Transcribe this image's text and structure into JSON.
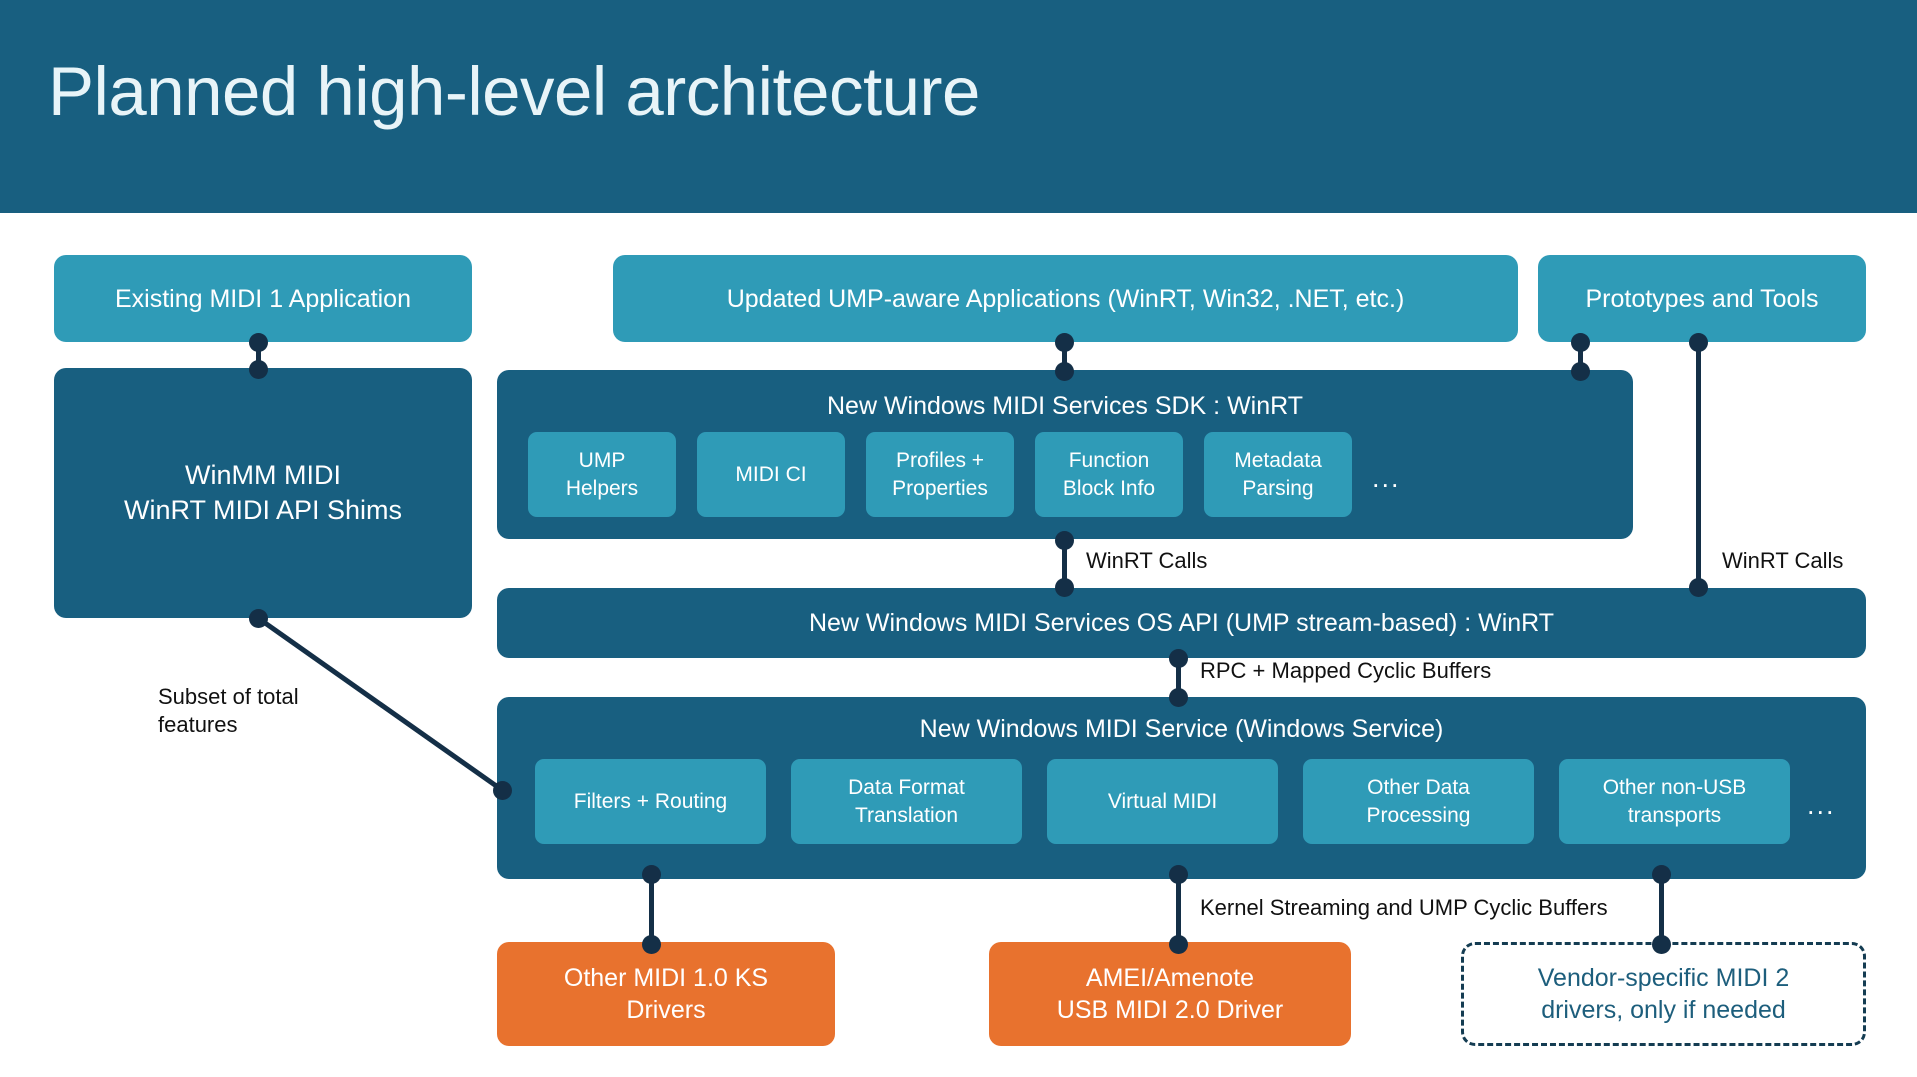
{
  "header": {
    "title": "Planned high-level architecture",
    "background": "#185f80",
    "title_color": "#e8f4f8"
  },
  "colors": {
    "dark_teal": "#185f80",
    "light_teal": "#2f9bb7",
    "orange": "#e8722e",
    "connector_navy": "#142f47",
    "dashed_text": "#1d5e7c",
    "white": "#ffffff"
  },
  "nodes": {
    "existing_midi1_app": "Existing MIDI 1 Application",
    "updated_ump_apps": "Updated UMP-aware Applications (WinRT, Win32, .NET, etc.)",
    "prototypes_and_tools": "Prototypes and Tools",
    "winmm_shims_line1": "WinMM MIDI",
    "winmm_shims_line2": "WinRT MIDI API Shims",
    "sdk_title": "New Windows MIDI Services SDK : WinRT",
    "os_api_title": "New Windows MIDI Services OS API (UMP stream-based) : WinRT",
    "service_title": "New Windows MIDI Service (Windows Service)",
    "other_ks_drivers_line1": "Other MIDI 1.0 KS",
    "other_ks_drivers_line2": "Drivers",
    "amei_driver_line1": "AMEI/Amenote",
    "amei_driver_line2": "USB MIDI 2.0 Driver",
    "vendor_drivers_line1": "Vendor-specific MIDI 2",
    "vendor_drivers_line2": "drivers, only if needed"
  },
  "sdk_components": [
    {
      "line1": "UMP",
      "line2": "Helpers"
    },
    {
      "line1": "MIDI CI",
      "line2": ""
    },
    {
      "line1": "Profiles +",
      "line2": "Properties"
    },
    {
      "line1": "Function",
      "line2": "Block Info"
    },
    {
      "line1": "Metadata",
      "line2": "Parsing"
    }
  ],
  "sdk_more": "...",
  "service_components": [
    {
      "line1": "Filters + Routing",
      "line2": ""
    },
    {
      "line1": "Data Format",
      "line2": "Translation"
    },
    {
      "line1": "Virtual MIDI",
      "line2": ""
    },
    {
      "line1": "Other Data",
      "line2": "Processing"
    },
    {
      "line1": "Other non-USB",
      "line2": "transports"
    }
  ],
  "service_more": "...",
  "edge_labels": {
    "winrt_calls_center": "WinRT Calls",
    "winrt_calls_right": "WinRT Calls",
    "rpc_mapped_cyclic_buffers": "RPC + Mapped Cyclic Buffers",
    "kernel_streaming": "Kernel Streaming and UMP Cyclic Buffers",
    "subset_line1": "Subset of total",
    "subset_line2": "features"
  }
}
